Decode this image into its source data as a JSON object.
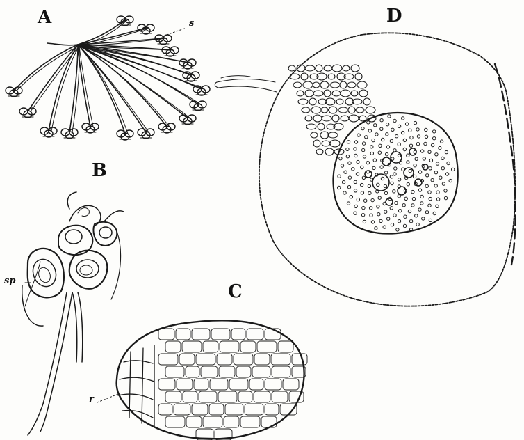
{
  "panels": {
    "A": {
      "label": "A",
      "annotation": "s"
    },
    "B": {
      "label": "B",
      "annotation": "sp"
    },
    "C": {
      "label": "C",
      "annotation": "r"
    },
    "D": {
      "label": "D"
    }
  },
  "colors": {
    "ink": "#1a1a1a",
    "paper": "#fdfdfb"
  }
}
